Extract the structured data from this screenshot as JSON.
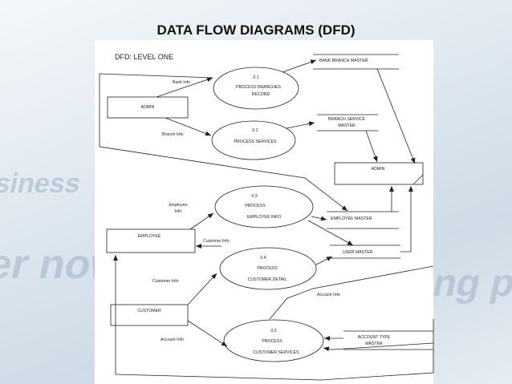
{
  "slide": {
    "title": "DATA FLOW DIAGRAMS (DFD)"
  },
  "background_words": [
    "siness",
    "er now",
    "ng p"
  ],
  "diagram": {
    "level_label": "DFD: LEVEL ONE",
    "entities": {
      "admin_left": "ADMIN",
      "employee": "EMPLOYEE",
      "customer": "CUSTOMER",
      "admin_right": "ADMIN"
    },
    "processes": [
      {
        "id": "0.1",
        "line1": "PROCESS    BRANCHES",
        "line2": "RECORD"
      },
      {
        "id": "0.2",
        "line1": "PROCESS    SERVICES",
        "line2": ""
      },
      {
        "id": "0.3",
        "line1": "PROCESS",
        "line2": "EMPLOYEE INFO"
      },
      {
        "id": "0.4",
        "line1": "PROCESS",
        "line2": "CUSTOMER DETAIL"
      },
      {
        "id": "0.5",
        "line1": "PROCESS",
        "line2": "CUSTOMER SERVICES"
      }
    ],
    "stores": {
      "bank_branch": "BANK BRANCH MASTER",
      "branch_service_1": "BRANCH SERVICE",
      "branch_service_2": "MASTER",
      "employee": "EMPLOYEE MASTER",
      "user": "USER MASTER",
      "account_type_1": "ACCOUNT TYPE",
      "account_type_2": "MASTER"
    },
    "flows": {
      "bank_info": "Bank Info",
      "branch_info": "Branch Info",
      "employee_info_1": "Employee",
      "employee_info_2": "Info",
      "customer_info_upper": "Customer  Info",
      "customer_info_lower": "Customer  Info",
      "account_info_upper": "Account  Info",
      "account_info_lower": "Account  Info"
    }
  }
}
